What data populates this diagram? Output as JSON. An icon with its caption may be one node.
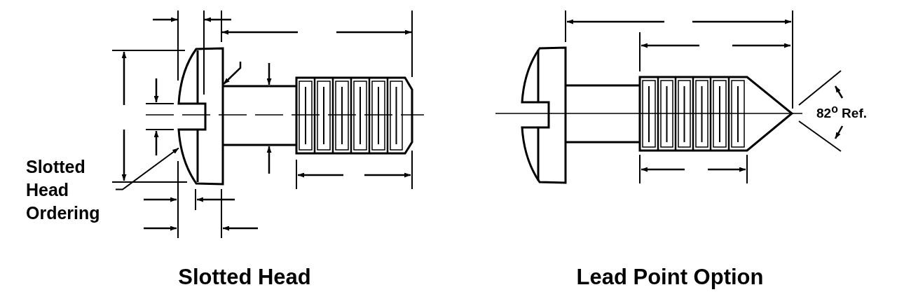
{
  "diagram": {
    "nodes": [
      {
        "text": [
          "Slotted Head Ordering"
        ]
      },
      {
        "text": [],
        "shape": "picture"
      }
    ],
    "edges": [
      {
        "from": 0,
        "to": 1,
        "arrow": "to"
      }
    ],
    "labels": [
      "82$^{o}$ Ref.",
      "Slotted Head",
      "Lead Point Option"
    ]
  }
}
